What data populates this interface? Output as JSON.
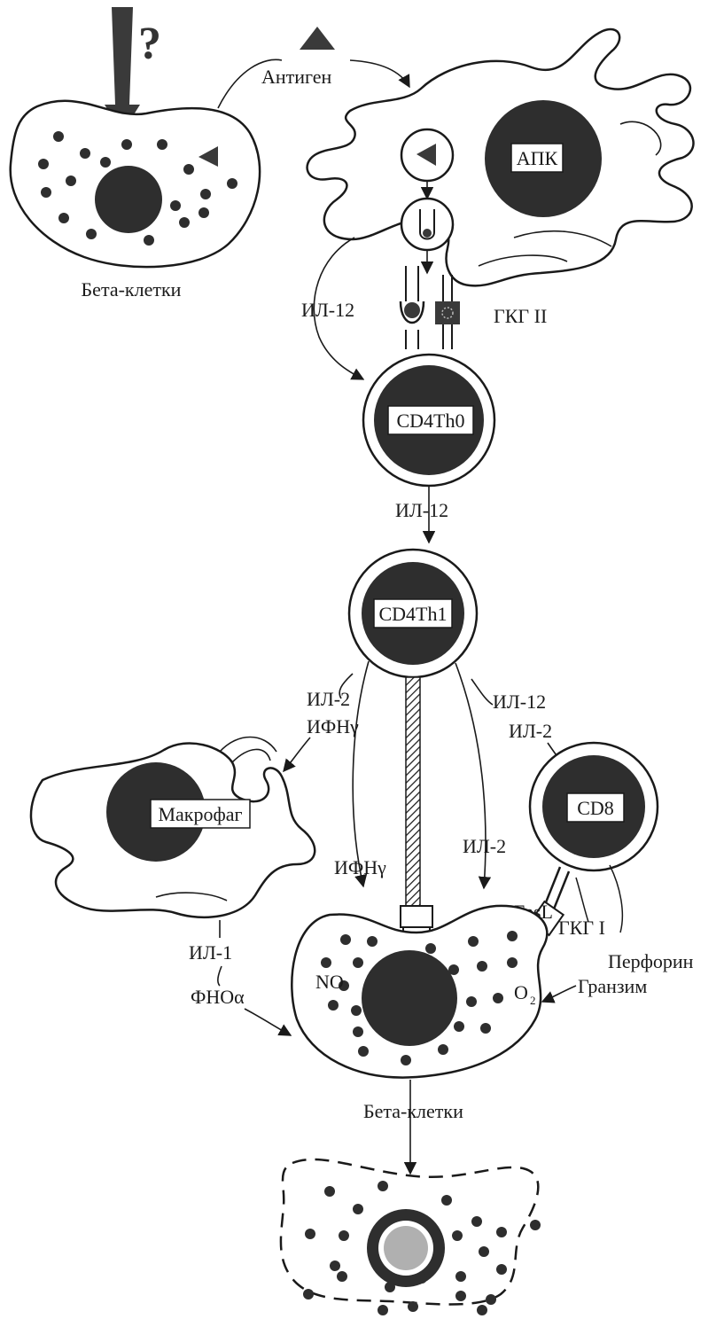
{
  "labels": {
    "question": "?",
    "antigen": "Антиген",
    "beta_cells_top": "Бета-клетки",
    "apc": "АПК",
    "il12_left": "ИЛ-12",
    "mhc2": "ГКГ II",
    "cd4th0": "CD4Th0",
    "il12_mid": "ИЛ-12",
    "cd4th1": "CD4Th1",
    "il2_left": "ИЛ-2",
    "ifng_left": "ИФНγ",
    "il12_right": "ИЛ-12",
    "il2_right": "ИЛ-2",
    "macrophage": "Макрофаг",
    "cd8": "CD8",
    "ifng_center": "ИФНγ",
    "il2_center": "ИЛ-2",
    "fasl": "FasL",
    "mhc1": "ГКГ I",
    "il1": "ИЛ-1",
    "tnfa": "ФНОα",
    "perforin": "Перфорин",
    "granzyme": "Гранзим",
    "no": "NO",
    "o2": "O",
    "o2_sub": "2",
    "beta_cells_bottom": "Бета-клетки"
  },
  "colors": {
    "ink": "#1a1a1a",
    "dark_fill": "#2e2e2e",
    "grey_fill": "#b0b0b0",
    "arrow_fill": "#3a3a3a"
  }
}
